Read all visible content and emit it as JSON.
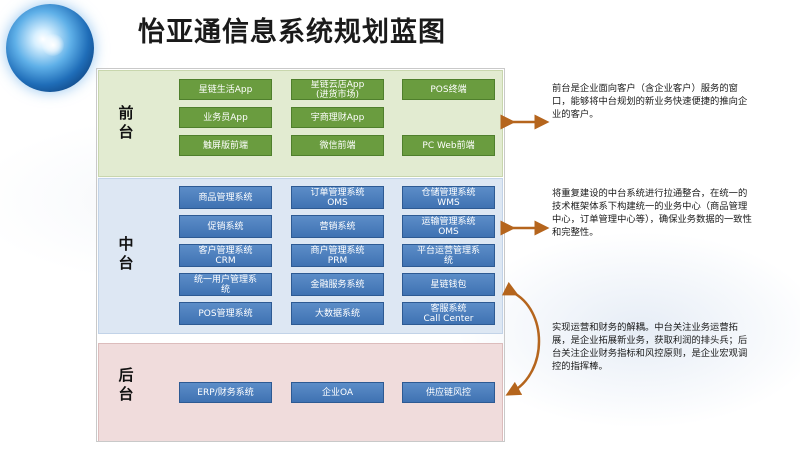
{
  "title": "怡亚通信息系统规划蓝图",
  "layers": {
    "front": {
      "label": "前\n台",
      "boxes": [
        "星链生活App",
        "星链云店App\n(进货市场)",
        "POS终端",
        "业务员App",
        "宇商理财App",
        "触屏版前端",
        "微信前端",
        "PC Web前端"
      ],
      "description": "前台是企业面向客户（含企业客户）服务的窗口，能够将中台规划的新业务快速便捷的推向企业的客户。"
    },
    "middle": {
      "label": "中\n台",
      "boxes": [
        "商品管理系统",
        "订单管理系统\nOMS",
        "仓储管理系统\nWMS",
        "促销系统",
        "营销系统",
        "运输管理系统\nOMS",
        "客户管理系统\nCRM",
        "商户管理系统\nPRM",
        "平台运营管理系\n统",
        "统一用户管理系\n统",
        "金融服务系统",
        "星链钱包",
        "POS管理系统",
        "大数据系统",
        "客服系统\nCall Center"
      ],
      "description": "将重复建设的中台系统进行拉通整合，在统一的技术框架体系下构建统一的业务中心（商品管理中心，订单管理中心等），确保业务数据的一致性和完整性。"
    },
    "back": {
      "label": "后\n台",
      "boxes": [
        "ERP/财务系统",
        "企业OA",
        "供应链风控"
      ],
      "description": "实现运营和财务的解耦。中台关注业务运营拓展，是企业拓展新业务，获取利润的排头兵；后台关注企业财务指标和风控原则，是企业宏观调控的指挥棒。"
    }
  },
  "colors": {
    "front_box": "#6a9c3f",
    "middle_box": "#4a7ebf",
    "back_box": "#4a7ebf",
    "arrow": "#b5651d"
  }
}
